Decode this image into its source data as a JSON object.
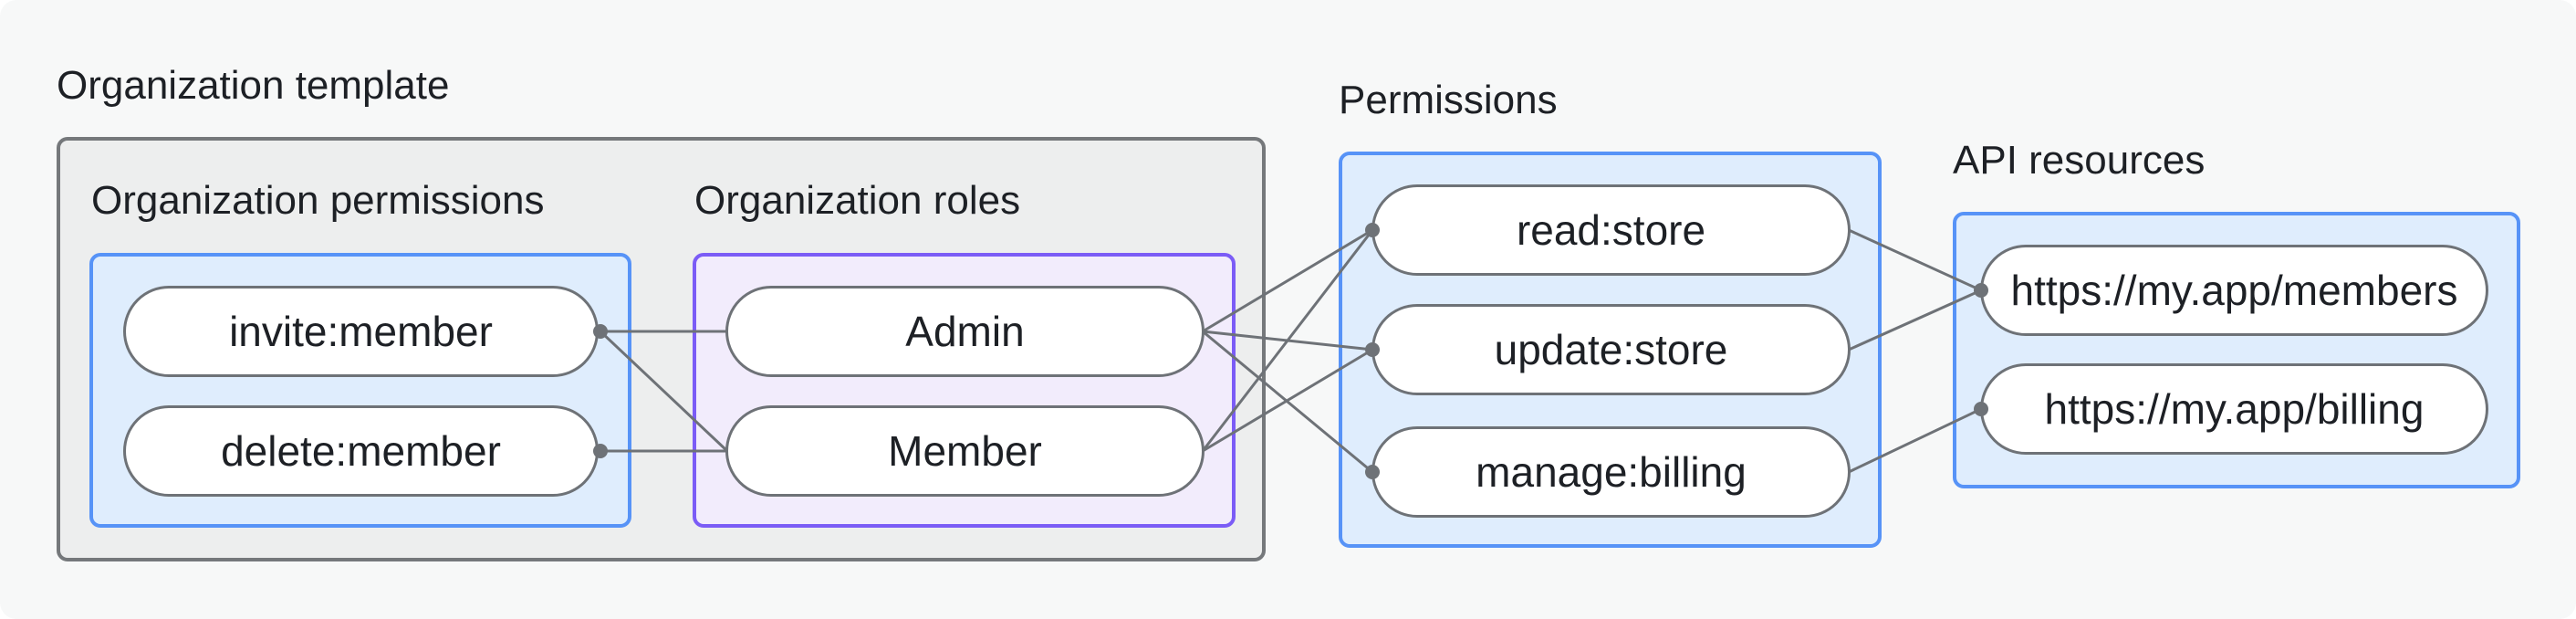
{
  "diagram": {
    "title": "Organization template",
    "groups": {
      "org_permissions": {
        "label": "Organization permissions",
        "items": [
          "invite:member",
          "delete:member"
        ]
      },
      "org_roles": {
        "label": "Organization roles",
        "items": [
          "Admin",
          "Member"
        ]
      },
      "permissions": {
        "label": "Permissions",
        "items": [
          "read:store",
          "update:store",
          "manage:billing"
        ]
      },
      "api_resources": {
        "label": "API resources",
        "items": [
          "https://my.app/members",
          "https://my.app/billing"
        ]
      }
    },
    "connections": [
      {
        "from": "invite:member",
        "to": "Admin"
      },
      {
        "from": "invite:member",
        "to": "Member"
      },
      {
        "from": "delete:member",
        "to": "Member"
      },
      {
        "from": "Admin",
        "to": "read:store"
      },
      {
        "from": "Admin",
        "to": "update:store"
      },
      {
        "from": "Admin",
        "to": "manage:billing"
      },
      {
        "from": "Member",
        "to": "read:store"
      },
      {
        "from": "Member",
        "to": "update:store"
      },
      {
        "from": "read:store",
        "to": "https://my.app/members"
      },
      {
        "from": "update:store",
        "to": "https://my.app/members"
      },
      {
        "from": "manage:billing",
        "to": "https://my.app/billing"
      }
    ],
    "colors": {
      "background": "#F7F8F8",
      "gray_box_fill": "#EDEEEE",
      "gray_box_border": "#75787B",
      "blue_box_fill": "#DFEDFD",
      "blue_box_border": "#5793F7",
      "purple_box_fill": "#F2ECFC",
      "purple_box_border": "#7B5CF6",
      "pill_fill": "#FFFFFF",
      "connector": "#6E7277",
      "text": "#1D2025"
    }
  }
}
